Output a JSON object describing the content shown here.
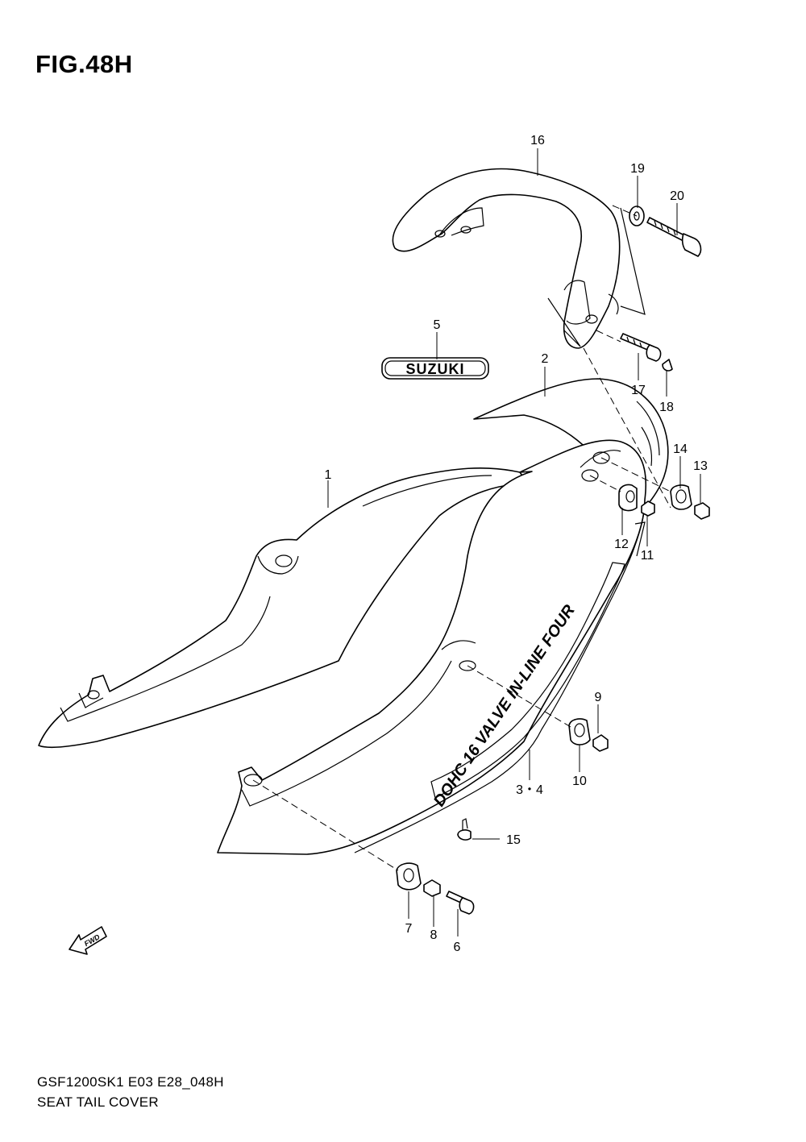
{
  "figure": {
    "title": "FIG.48H",
    "code": "GSF1200SK1 E03 E28_048H",
    "name": "SEAT TAIL COVER"
  },
  "emblem_text": "SUZUKI",
  "decal_text": "DOHC 16 VALVE IN-LINE FOUR",
  "fwd_text": "FWD",
  "callouts": {
    "c1": "1",
    "c2": "2",
    "c34": "3・4",
    "c5": "5",
    "c6": "6",
    "c7": "7",
    "c8": "8",
    "c9": "9",
    "c10": "10",
    "c11": "11",
    "c12": "12",
    "c13": "13",
    "c14": "14",
    "c15": "15",
    "c16": "16",
    "c17": "17",
    "c18": "18",
    "c19": "19",
    "c20": "20"
  }
}
